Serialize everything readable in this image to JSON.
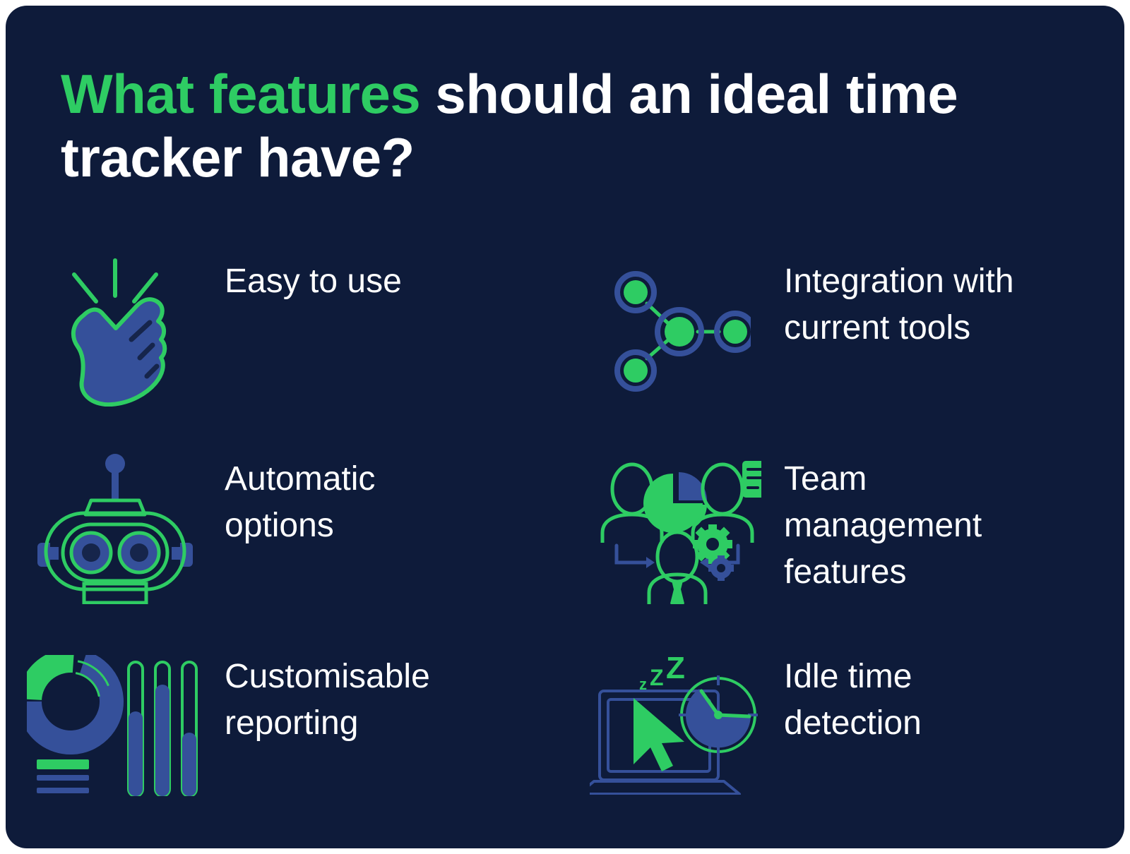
{
  "theme": {
    "background": "#0e1b3a",
    "page_background": "#ffffff",
    "accent_green": "#2ecc63",
    "accent_blue": "#35509a",
    "text_white": "#ffffff"
  },
  "header": {
    "title_highlight": "What features",
    "title_rest": " should an ideal time tracker have?"
  },
  "features": [
    {
      "icon": "finger-snap-icon",
      "label": "Easy to use"
    },
    {
      "icon": "network-nodes-icon",
      "label": "Integration with current tools"
    },
    {
      "icon": "robot-head-icon",
      "label": "Automatic options"
    },
    {
      "icon": "team-management-icon",
      "label": "Team management features"
    },
    {
      "icon": "donut-chart-icon",
      "label": "Customisable reporting"
    },
    {
      "icon": "idle-laptop-clock-icon",
      "label": "Idle time detection"
    }
  ],
  "icon_details": {
    "team_invoice_symbol": "$",
    "idle_sleep_text": "zZZ"
  }
}
